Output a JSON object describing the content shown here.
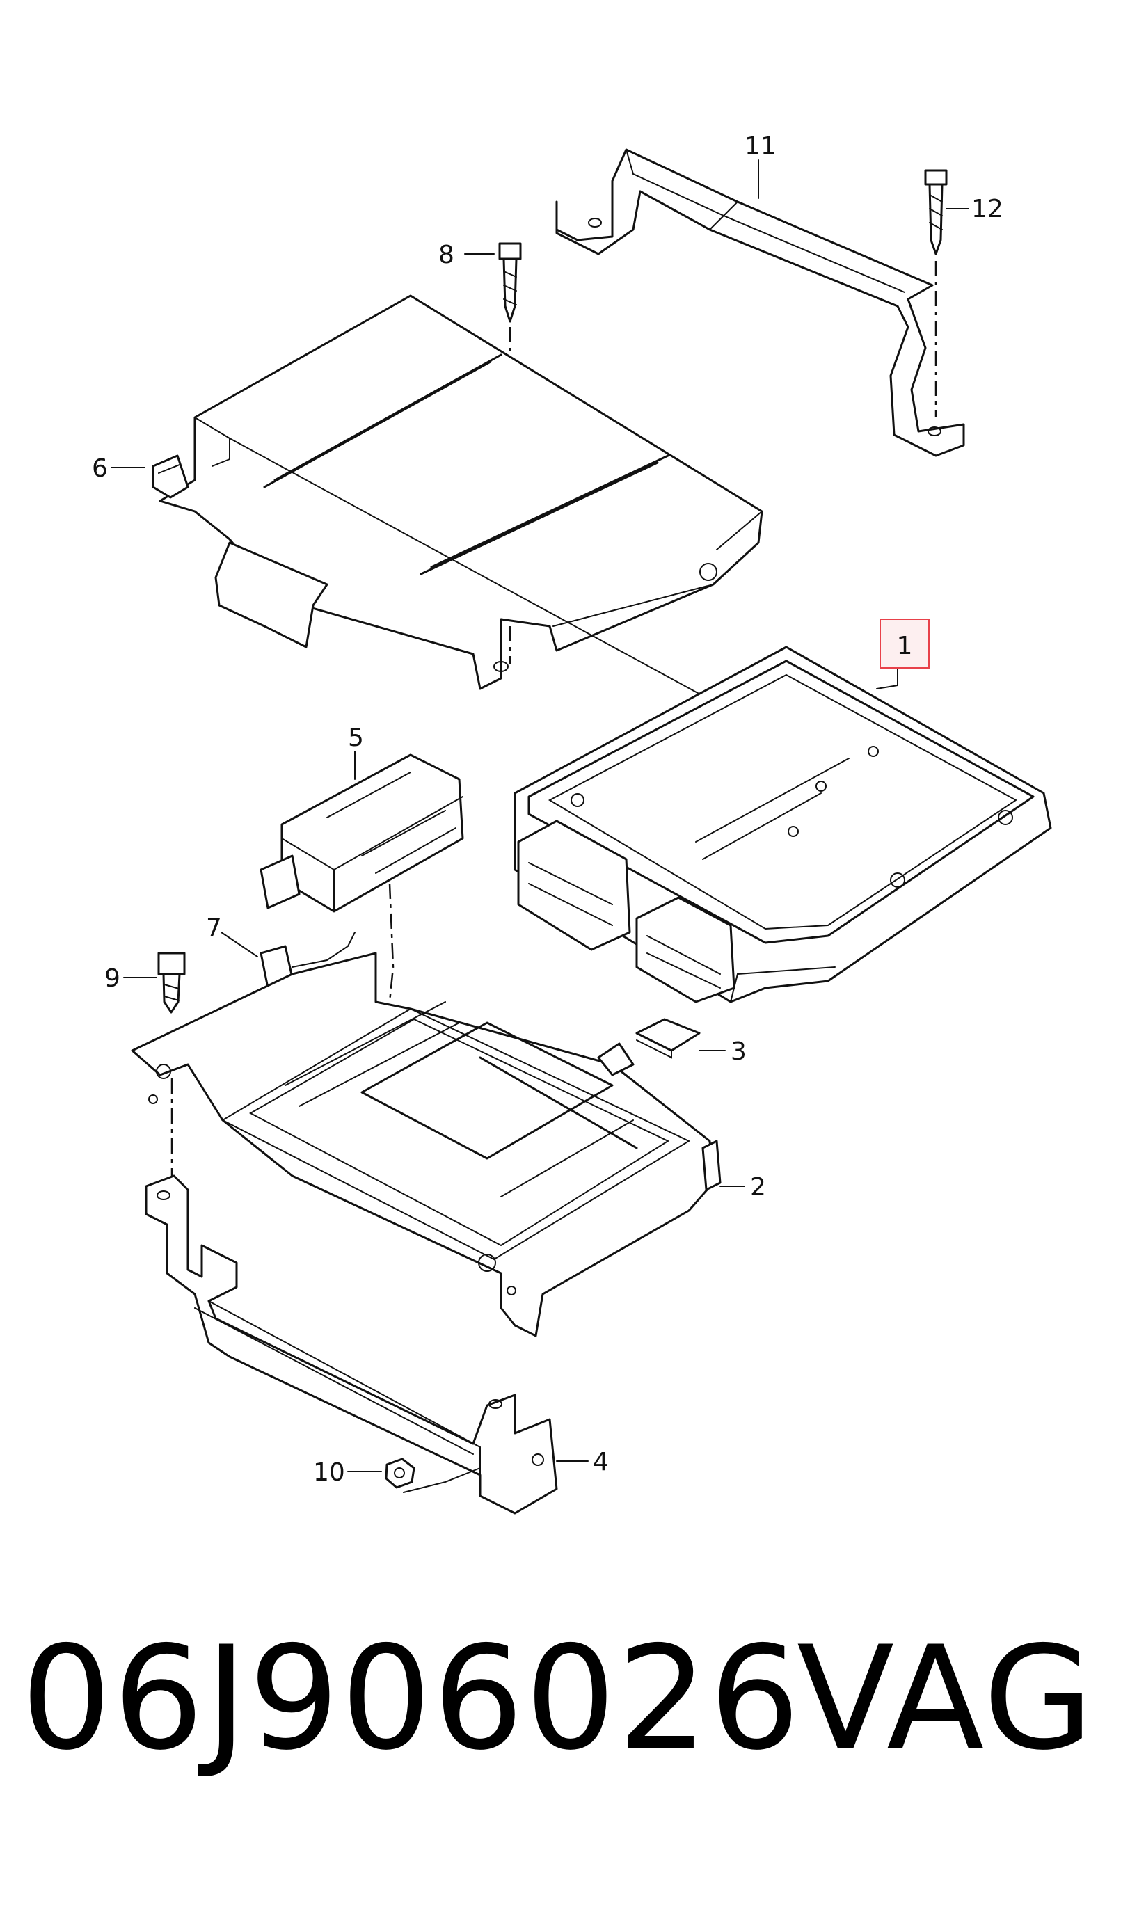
{
  "callouts": {
    "c1": "1",
    "c2": "2",
    "c3": "3",
    "c4": "4",
    "c5": "5",
    "c6": "6",
    "c7": "7",
    "c8": "8",
    "c9": "9",
    "c10": "10",
    "c11": "11",
    "c12": "12"
  },
  "highlight_color": "#e8414a",
  "caption": {
    "part_number": "06J906026",
    "brand": "VAG"
  }
}
